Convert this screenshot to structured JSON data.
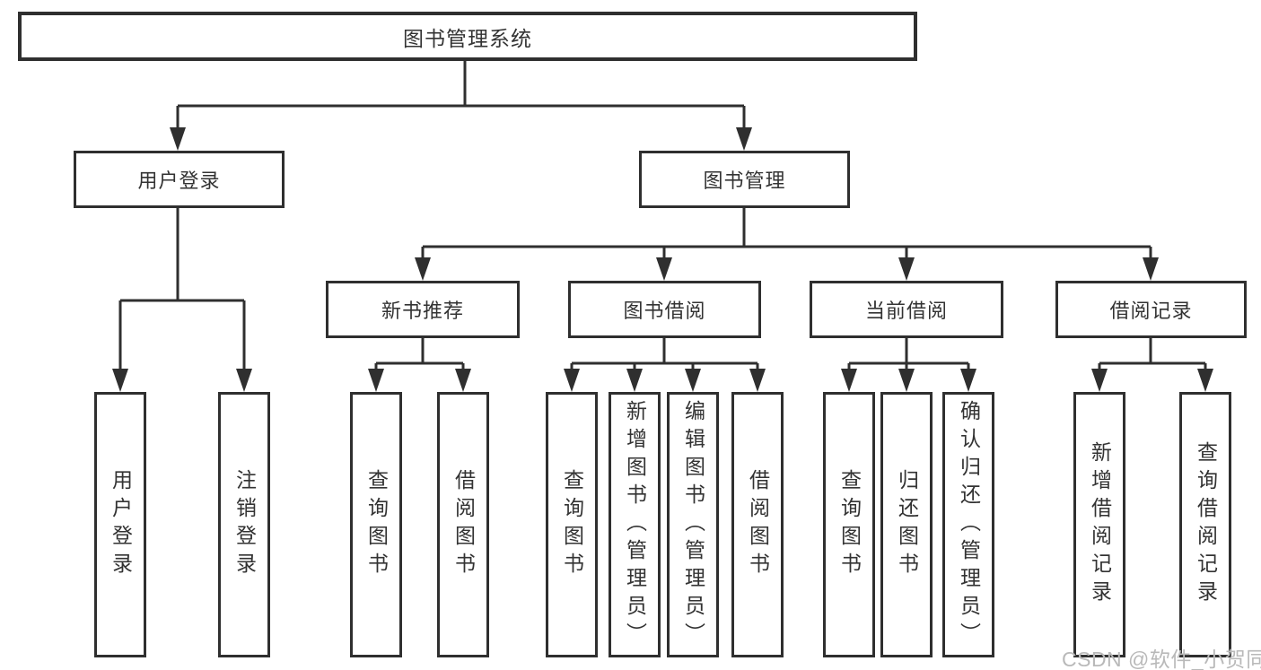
{
  "diagram": {
    "root": "图书管理系统",
    "level2": [
      "用户登录",
      "图书管理"
    ],
    "level3": [
      "新书推荐",
      "图书借阅",
      "当前借阅",
      "借阅记录"
    ],
    "leaves": {
      "user_login": [
        "用户登录",
        "注销登录"
      ],
      "new_books": [
        "查询图书",
        "借阅图书"
      ],
      "book_borrowing": [
        "查询图书",
        "新增图书（管理员）",
        "编辑图书（管理员）",
        "借阅图书"
      ],
      "current_borrowing": [
        "查询图书",
        "归还图书",
        "确认归还（管理员）"
      ],
      "borrowing_records": [
        "新增借阅记录",
        "查询借阅记录"
      ]
    }
  },
  "watermark": "CSDN @软件_小贺同学",
  "colors": {
    "line": "#2f2f2f",
    "text": "#333333",
    "watermark": "#b9b9b9",
    "background": "#ffffff"
  }
}
